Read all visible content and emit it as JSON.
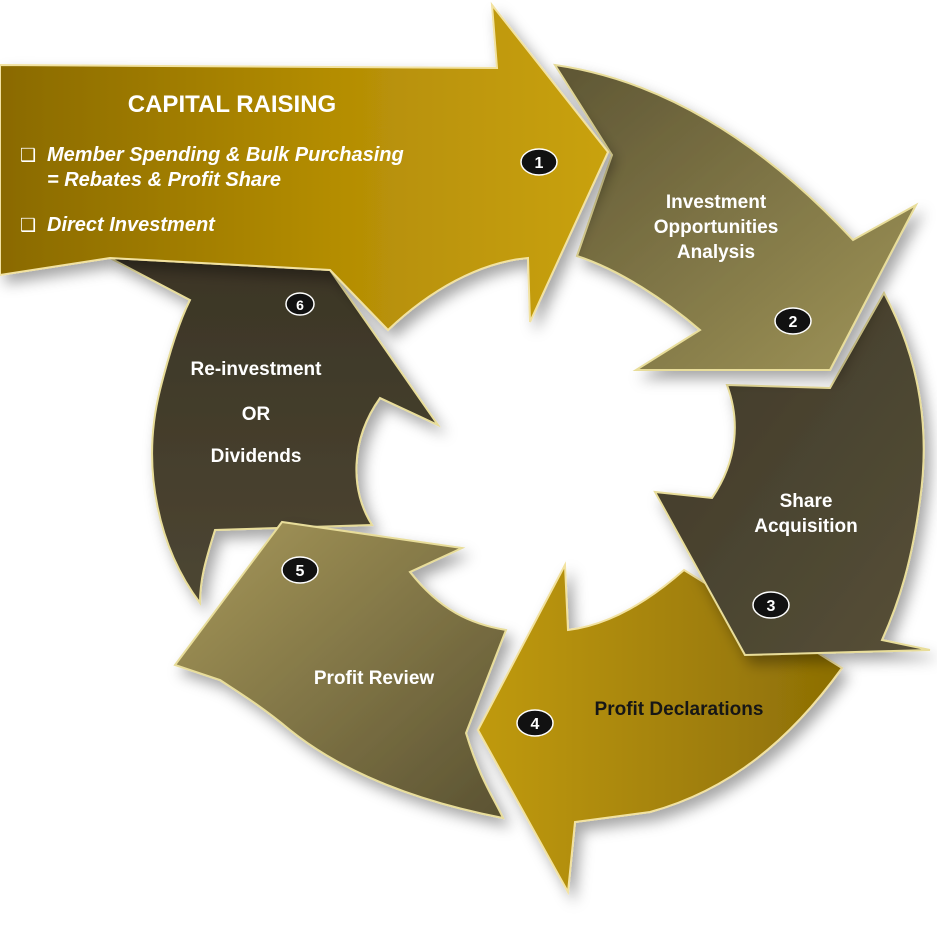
{
  "capital_raising": {
    "title": "CAPITAL RAISING",
    "bullet_1_line_1": "Member Spending & Bulk Purchasing",
    "bullet_1_line_2": "= Rebates & Profit Share",
    "bullet_2": "Direct Investment",
    "checkbox_symbol": "❑"
  },
  "steps": [
    {
      "number": "1",
      "lines": []
    },
    {
      "number": "2",
      "lines": [
        "Investment",
        "Opportunities",
        "Analysis"
      ]
    },
    {
      "number": "3",
      "lines": [
        "Share",
        "Acquisition"
      ]
    },
    {
      "number": "4",
      "lines": [
        "Profit Declarations"
      ]
    },
    {
      "number": "5",
      "lines": [
        "Profit Review"
      ]
    },
    {
      "number": "6",
      "lines": [
        "Re-investment",
        "OR",
        "Dividends"
      ]
    }
  ],
  "colors": {
    "gold": "#b08a00",
    "olive": "#8a7d45",
    "dark_olive": "#4a4330",
    "label_dark": "#161616",
    "label_light": "#ffffff"
  }
}
